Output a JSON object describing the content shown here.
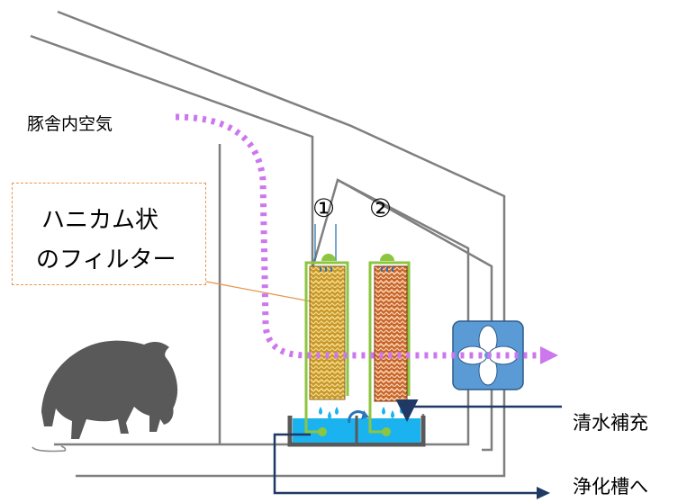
{
  "labels": {
    "indoor_air": "豚舎内空気",
    "filter_line1": "ハニカム状",
    "filter_line2": "のフィルター",
    "number_1": "①",
    "number_2": "②",
    "fresh_water_supply": "清水補充",
    "to_purification_tank": "浄化槽へ"
  },
  "colors": {
    "building_outline": "#7f7f7f",
    "airflow_arrow": "#cc77ee",
    "callout_border": "#e8964f",
    "filter_1": "#c8962a",
    "filter_2": "#c8642a",
    "water": "#1ab3f0",
    "green_pipe": "#8cc63f",
    "blue_pipe": "#2e75b6",
    "pipe_to_tank": "#1f3864",
    "fan_body": "#5b9bd5",
    "pig_silhouette": "#595959"
  },
  "icons": [
    "pig-silhouette-icon",
    "fan-icon",
    "water-drop-icon",
    "sprinkler-icon",
    "circular-arrow-icon"
  ]
}
